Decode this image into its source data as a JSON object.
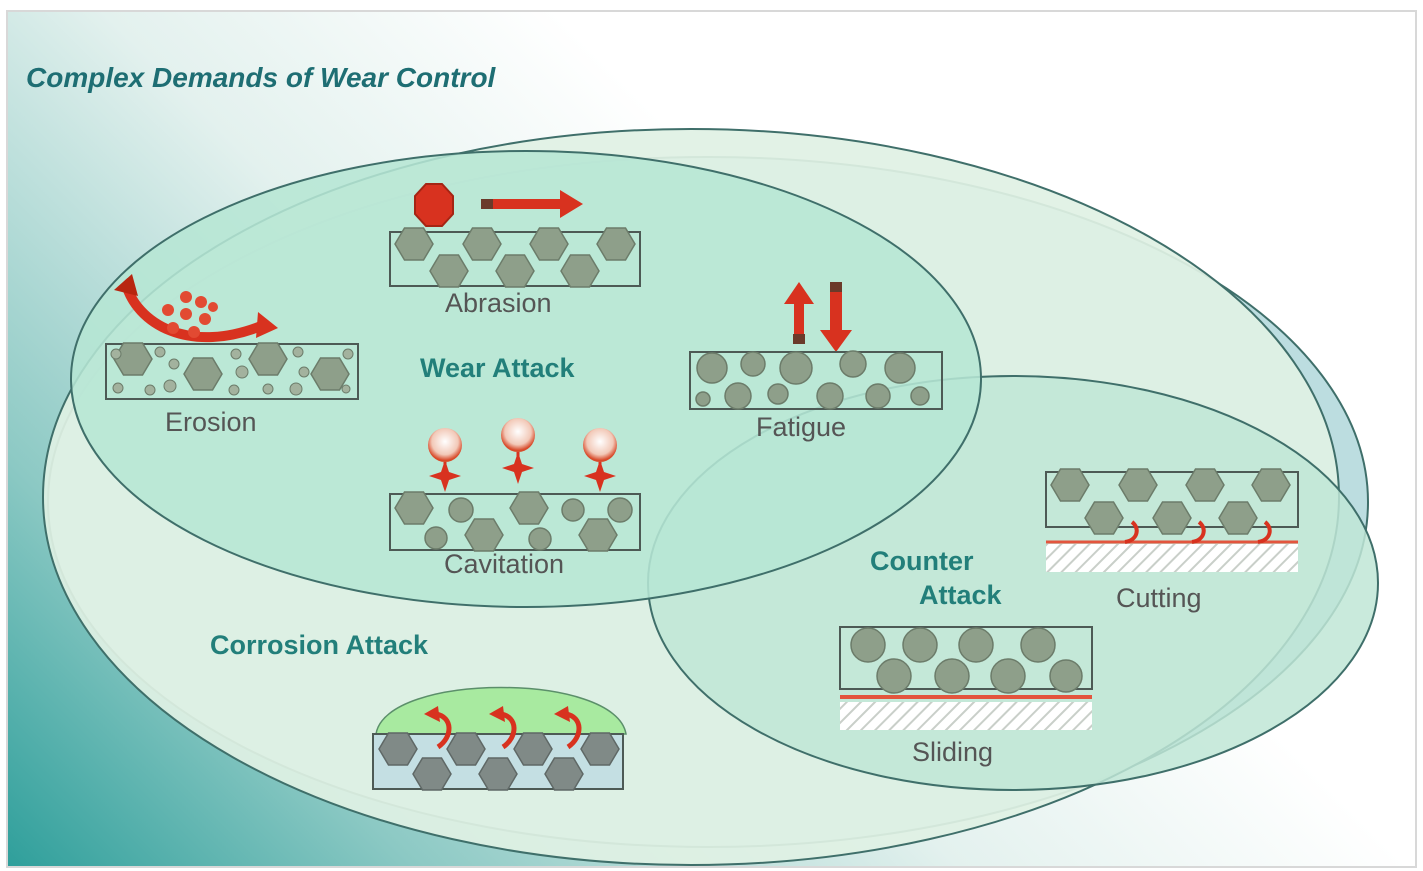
{
  "title": "Complex Demands of Wear Control",
  "regions": {
    "wear": "Wear Attack",
    "corrosion": "Corrosion Attack",
    "counter_line1": "Counter",
    "counter_line2": "Attack"
  },
  "mechanisms": {
    "abrasion": "Abrasion",
    "erosion": "Erosion",
    "fatigue": "Fatigue",
    "cavitation": "Cavitation",
    "cutting": "Cutting",
    "sliding": "Sliding"
  },
  "colors": {
    "ellipse_outline": "#3f6f6a",
    "wear_fill": "#b6e6d4",
    "corrosion_fill": "#dff1e4",
    "counter_fill": "#bfe6d6",
    "blue_ellipse_fill": "#bcdde0",
    "grain_fill": "#8e9f8a",
    "arrow_red": "#d8321f",
    "corrosion_dome": "#a8eaa0"
  },
  "icons": [
    "abrasion-icon",
    "erosion-icon",
    "fatigue-icon",
    "cavitation-icon",
    "corrosion-icon",
    "cutting-icon",
    "sliding-icon"
  ]
}
